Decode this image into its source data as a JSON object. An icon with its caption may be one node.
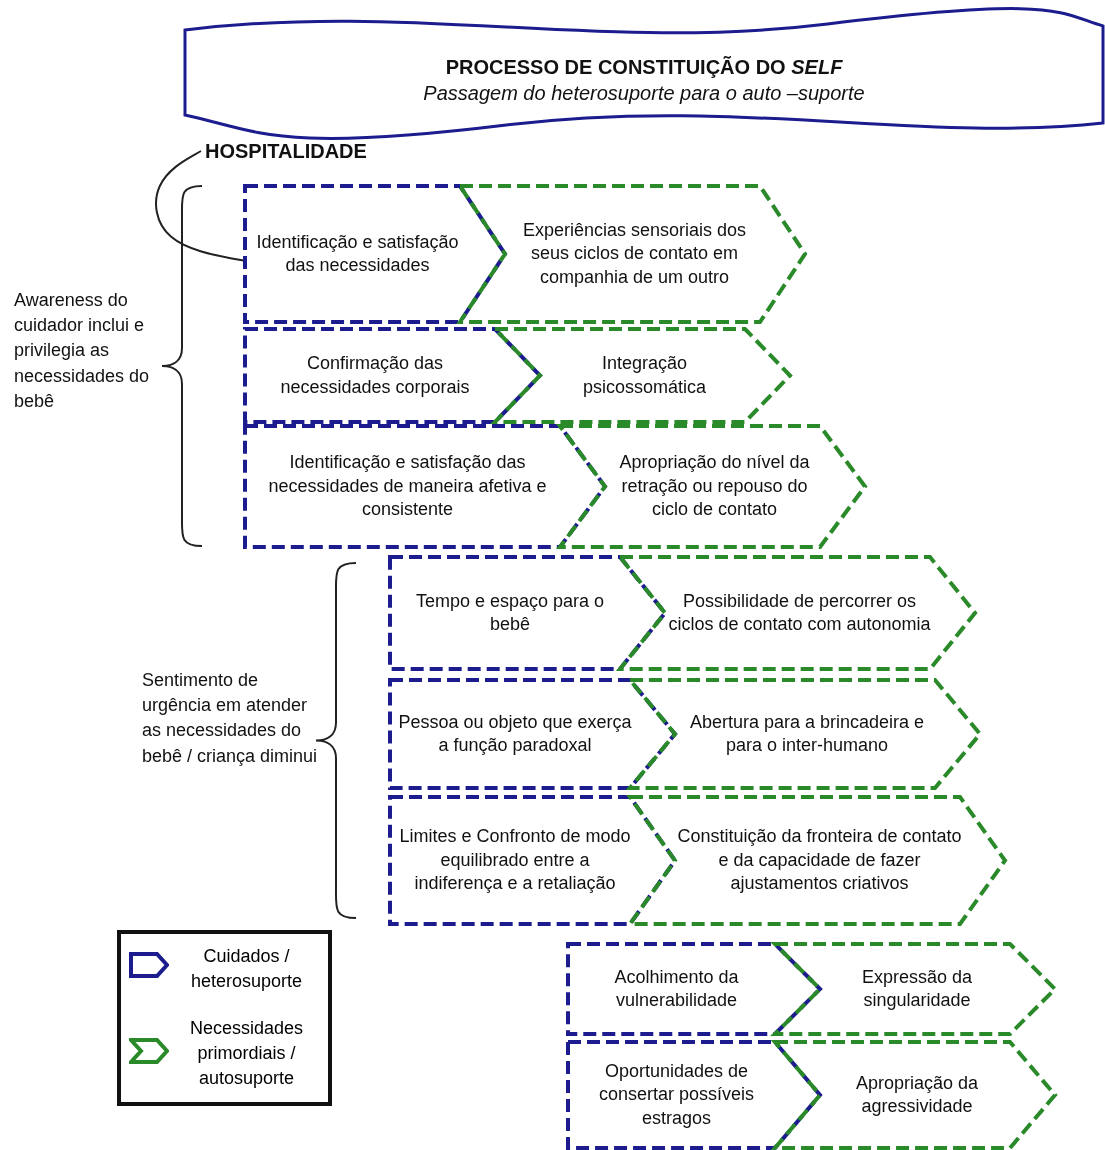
{
  "diagram": {
    "nodes": [
      {
        "text": [
          "PROCESSO DE CONSTITUIÇÃO DO *SELF*",
          "Passagem do heterosuporte para o auto –suporte"
        ]
      },
      {
        "text": [
          "HOSPITALIDADE"
        ]
      },
      {
        "text": [
          "Identificação e satisfação das necessidades"
        ]
      },
      {
        "text": [
          "Experiências sensoriais dos seus ciclos de contato em companhia de um outro"
        ]
      },
      {
        "text": [
          "Confirmação das necessidades corporais"
        ]
      },
      {
        "text": [
          "Integração psicossomática"
        ]
      },
      {
        "text": [
          "Identificação e satisfação das necessidades de maneira afetiva e consistente"
        ]
      },
      {
        "text": [
          "Apropriação do nível da retração ou repouso do ciclo de contato"
        ]
      },
      {
        "text": [
          "Tempo e espaço para o bebê"
        ]
      },
      {
        "text": [
          "Possibilidade de percorrer os ciclos de contato com autonomia"
        ]
      },
      {
        "text": [
          "Pessoa ou objeto que exerça a função paradoxal"
        ]
      },
      {
        "text": [
          "Abertura para a brincadeira e para o inter-humano"
        ]
      },
      {
        "text": [
          "Limites e Confronto de modo equilibrado entre a indiferença e a retaliação"
        ]
      },
      {
        "text": [
          "Constituição da fronteira de contato e da capacidade de fazer ajustamentos criativos"
        ]
      },
      {
        "text": [
          "Acolhimento da vulnerabilidade"
        ]
      },
      {
        "text": [
          "Expressão da singularidade"
        ]
      },
      {
        "text": [
          "Oportunidades de consertar possíveis estragos"
        ]
      },
      {
        "text": [
          "Apropriação da agressividade"
        ]
      }
    ],
    "edges": [
      {
        "from": 1,
        "to": 2,
        "arrow": "none"
      }
    ],
    "labels": [
      "Awareness do cuidador inclui e privilegia as necessidades do bebê",
      "Sentimento de urgência em atender as necessidades do bebê / criança diminui"
    ],
    "legend": [
      {
        "text": "Cuidados / heterosuporte"
      },
      {
        "text": "Necessidades primordiais / autosuporte"
      }
    ]
  }
}
